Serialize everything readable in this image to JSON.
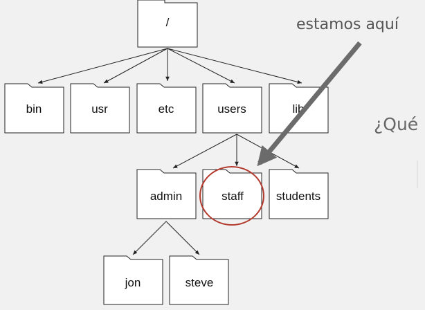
{
  "folders": {
    "root": "/",
    "bin": "bin",
    "usr": "usr",
    "etc": "etc",
    "users": "users",
    "lib": "lib",
    "admin": "admin",
    "staff": "staff",
    "students": "students",
    "jon": "jon",
    "steve": "steve"
  },
  "annotation": {
    "here_text": "estamos aquí",
    "question_text": "¿Qué"
  },
  "colors": {
    "background": "#f1f1f1",
    "folder_fill": "#ffffff",
    "folder_stroke": "#222222",
    "pointer_arrow": "#6b6b6b",
    "highlight_circle": "#b53a2e"
  },
  "icons": {
    "folder": "folder-icon",
    "pointer": "arrow-icon",
    "highlight": "circle-highlight"
  }
}
